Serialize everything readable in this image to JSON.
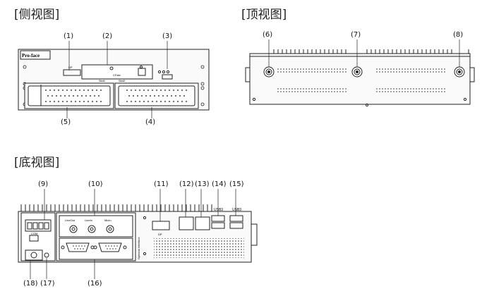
{
  "titles": {
    "side": "[侧视图]",
    "top": "[顶视图]",
    "bottom": "[底视图]"
  },
  "callouts": {
    "c1": "(1)",
    "c2": "(2)",
    "c3": "(3)",
    "c4": "(4)",
    "c5": "(5)",
    "c6": "(6)",
    "c7": "(7)",
    "c8": "(8)",
    "c9": "(9)",
    "c10": "(10)",
    "c11": "(11)",
    "c12": "(12)",
    "c13": "(13)",
    "c14": "(14)",
    "c15": "(15)",
    "c16": "(16)",
    "c17": "(17)",
    "c18": "(18)"
  },
  "device_labels": {
    "brand_logo": "Pro-face",
    "dp_port": "DP",
    "cfast_slot": "CFast",
    "slot1": "Slot1",
    "slot2": "Slot2",
    "line_out": "LineOut",
    "line_in": "LineIn",
    "mic_in": "MicIn",
    "dp_bottom": "DP",
    "usb3_a": "USB3",
    "usb3_b": "USB3",
    "optional_interface": "Optional Interface",
    "com": "COM"
  },
  "colors": {
    "outline": "#222222",
    "fill": "#f2f2f2",
    "panel": "#ffffff"
  }
}
